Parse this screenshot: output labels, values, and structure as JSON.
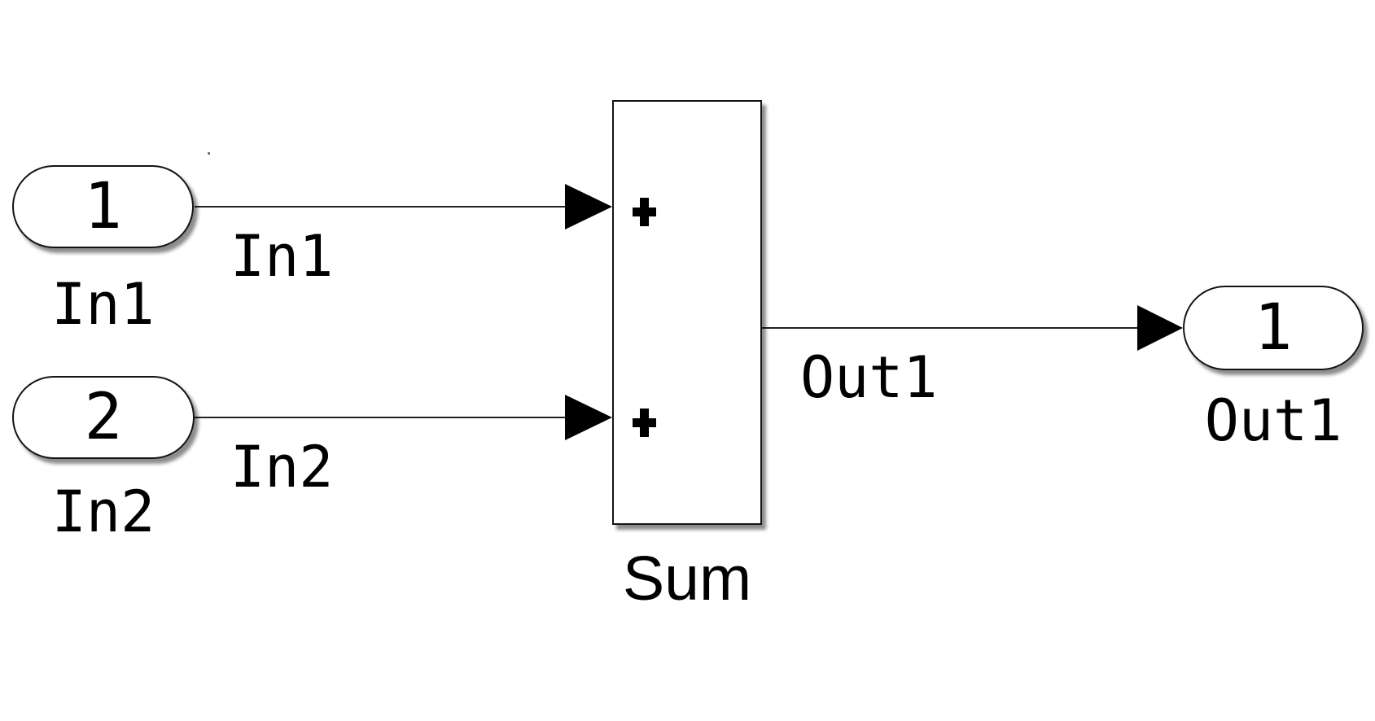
{
  "blocks": {
    "in1": {
      "number": "1",
      "label": "In1"
    },
    "in2": {
      "number": "2",
      "label": "In2"
    },
    "sum": {
      "label": "Sum",
      "signs": [
        "+",
        "+"
      ]
    },
    "out1": {
      "number": "1",
      "label": "Out1"
    }
  },
  "signals": {
    "in1_to_sum": {
      "label": "In1"
    },
    "in2_to_sum": {
      "label": "In2"
    },
    "sum_to_out1": {
      "label": "Out1"
    }
  },
  "colors": {
    "background": "#ffffff",
    "block_fill": "#ffffff",
    "block_border": "#141414",
    "wire": "#222222",
    "text": "#000000"
  }
}
